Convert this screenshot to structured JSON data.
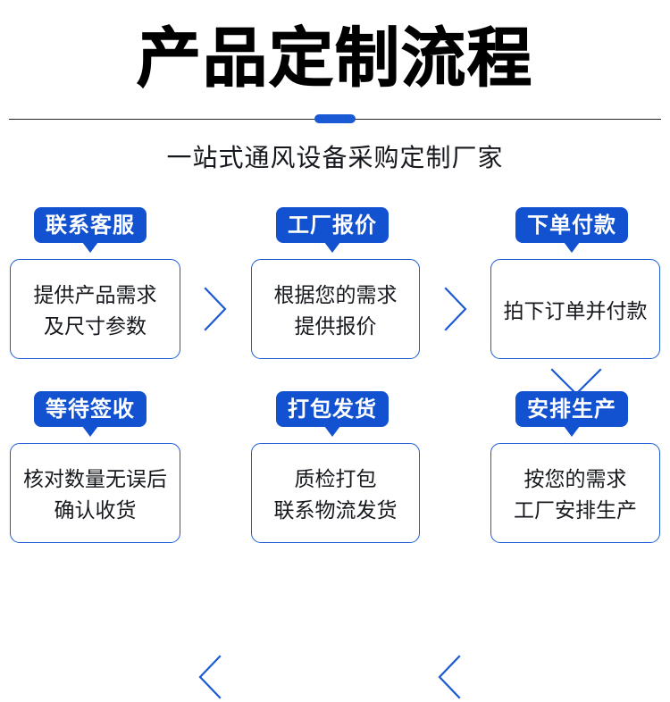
{
  "header": {
    "title": "产品定制流程",
    "subtitle": "一站式通风设备采购定制厂家",
    "accent_color": "#1a5ad4",
    "divider_color": "#20242b"
  },
  "theme": {
    "badge_blue": "#1251cf",
    "border_blue": "#1a5ad4",
    "arrow_blue": "#1a5ad4",
    "text_dark": "#15181d",
    "background": "#ffffff"
  },
  "flow": {
    "rows": [
      {
        "name": "row-top",
        "cards": [
          {
            "badge": "联系客服",
            "lines": [
              "提供产品需求",
              "及尺寸参数"
            ]
          },
          {
            "badge": "工厂报价",
            "lines": [
              "根据您的需求",
              "提供报价"
            ]
          },
          {
            "badge": "下单付款",
            "lines": [
              "拍下订单并付款"
            ]
          }
        ]
      },
      {
        "name": "row-bottom",
        "cards": [
          {
            "badge": "等待签收",
            "lines": [
              "核对数量无误后",
              "确认收货"
            ]
          },
          {
            "badge": "打包发货",
            "lines": [
              "质检打包",
              "联系物流发货"
            ]
          },
          {
            "badge": "安排生产",
            "lines": [
              "按您的需求",
              "工厂安排生产"
            ]
          }
        ]
      }
    ],
    "connectors": [
      {
        "name": "chevron-right-1",
        "direction": "right"
      },
      {
        "name": "chevron-right-2",
        "direction": "right"
      },
      {
        "name": "chevron-down-1",
        "direction": "down"
      },
      {
        "name": "chevron-left-1",
        "direction": "left"
      },
      {
        "name": "chevron-left-2",
        "direction": "left"
      }
    ]
  }
}
